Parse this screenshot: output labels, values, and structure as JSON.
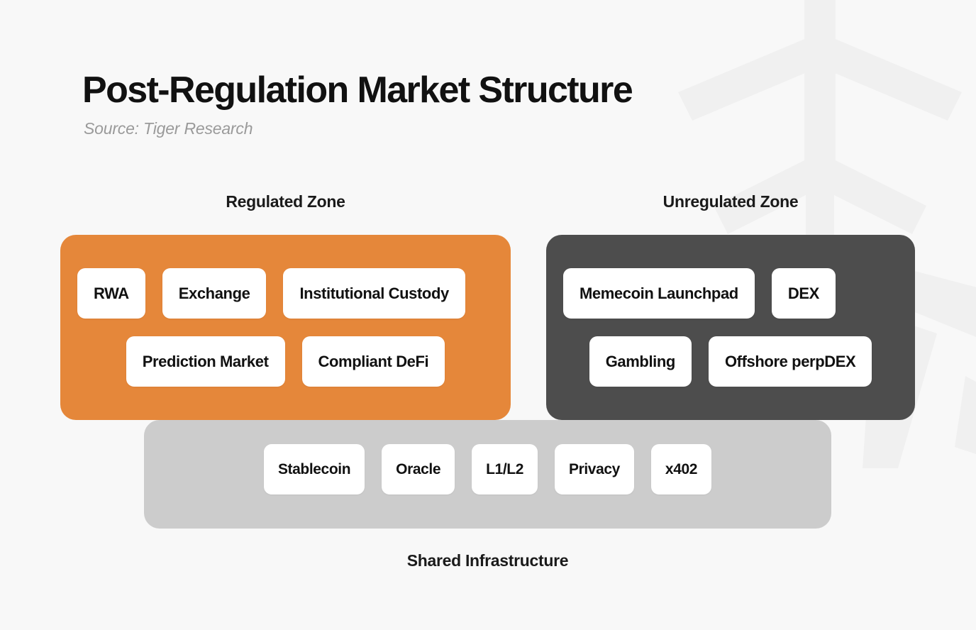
{
  "header": {
    "title": "Post-Regulation Market Structure",
    "source": "Source: Tiger Research"
  },
  "colors": {
    "background": "#F8F8F8",
    "regulated_zone": "#E5873A",
    "unregulated_zone": "#4D4D4D",
    "shared_infrastructure": "#CCCCCC",
    "card": "#FFFFFF",
    "title_text": "#111111",
    "source_text": "#9A9A9A",
    "watermark": "#F0F0F0"
  },
  "zones": {
    "regulated": {
      "heading": "Regulated Zone",
      "rows": [
        [
          "RWA",
          "Exchange",
          "Institutional Custody"
        ],
        [
          "Prediction Market",
          "Compliant DeFi"
        ]
      ]
    },
    "unregulated": {
      "heading": "Unregulated Zone",
      "rows": [
        [
          "Memecoin Launchpad",
          "DEX"
        ],
        [
          "Gambling",
          "Offshore perpDEX"
        ]
      ]
    }
  },
  "shared": {
    "label": "Shared Infrastructure",
    "items": [
      "Stablecoin",
      "Oracle",
      "L1/L2",
      "Privacy",
      "x402"
    ]
  },
  "watermark": {
    "icon": "tiger-logo-watermark"
  }
}
